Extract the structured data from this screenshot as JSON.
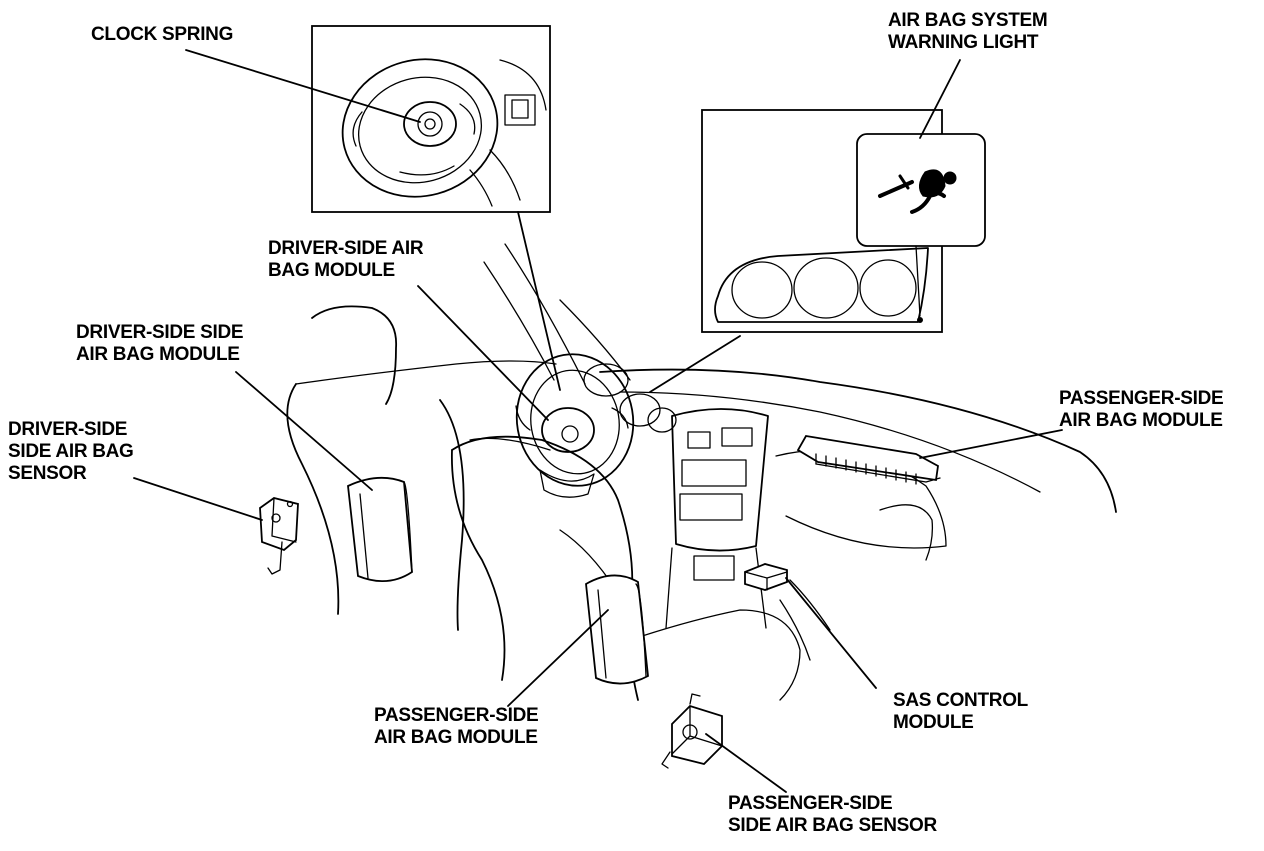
{
  "labels": {
    "clock_spring": [
      "CLOCK SPRING"
    ],
    "warning_light": [
      "AIR BAG SYSTEM",
      "WARNING LIGHT"
    ],
    "driver_airbag": [
      "DRIVER-SIDE AIR",
      "BAG MODULE"
    ],
    "driver_side_airbag": [
      "DRIVER-SIDE SIDE",
      "AIR BAG MODULE"
    ],
    "driver_side_sensor": [
      "DRIVER-SIDE",
      "SIDE AIR BAG",
      "SENSOR"
    ],
    "passenger_airbag": [
      "PASSENGER-SIDE",
      "AIR BAG MODULE"
    ],
    "passenger_seat_airbag": [
      "PASSENGER-SIDE",
      "AIR BAG MODULE"
    ],
    "sas_module": [
      "SAS CONTROL",
      "MODULE"
    ],
    "passenger_side_sensor": [
      "PASSENGER-SIDE",
      "SIDE AIR BAG SENSOR"
    ]
  }
}
